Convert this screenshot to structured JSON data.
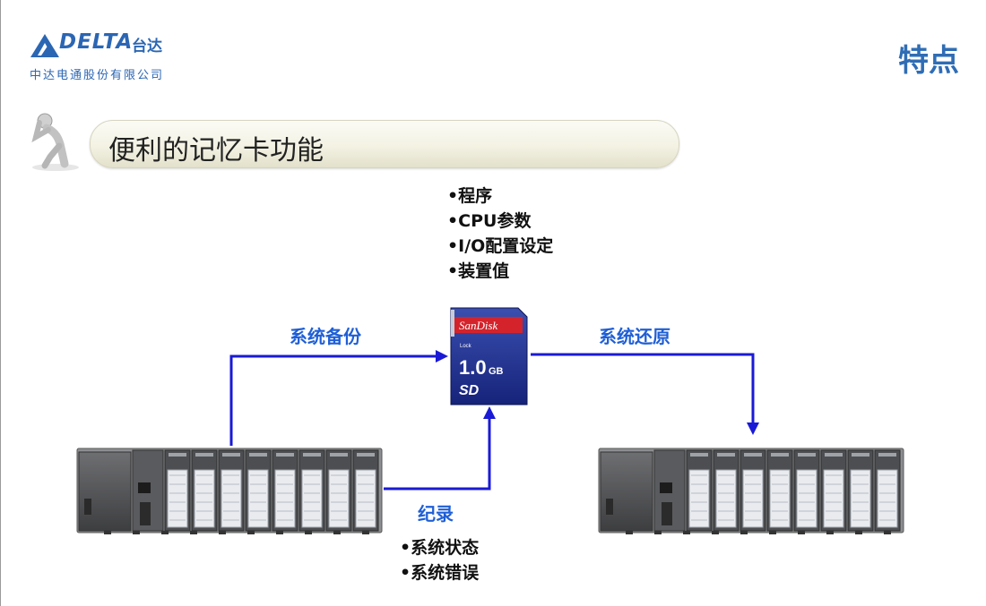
{
  "header": {
    "brand": "DELTA",
    "brand_cn": "台达",
    "company": "中达电通股份有限公司",
    "page_title": "特点"
  },
  "section": {
    "title": "便利的记忆卡功能"
  },
  "card": {
    "brand": "SanDisk",
    "lock": "Lock",
    "capacity": "1.0",
    "capacity_unit": "GB",
    "format": "SD"
  },
  "card_contents": [
    "•程序",
    "•CPU参数",
    "•I/O配置设定",
    "•装置值"
  ],
  "flows": {
    "backup": "系统备份",
    "restore": "系统还原",
    "record": "纪录"
  },
  "record_items": [
    "•系统状态",
    "•系统错误"
  ],
  "colors": {
    "brand_blue": "#2b66b3",
    "arrow_blue": "#1a1ad6",
    "label_blue": "#1f5fd6"
  }
}
